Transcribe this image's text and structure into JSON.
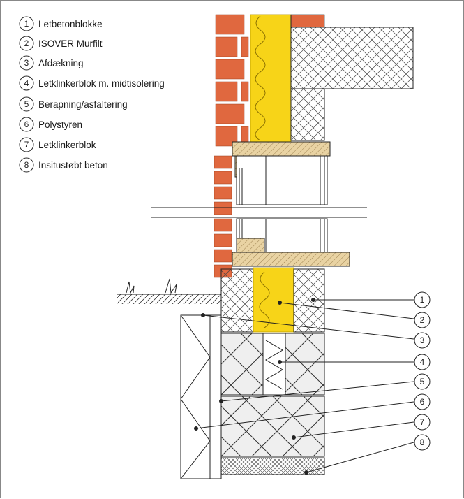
{
  "legend": [
    {
      "num": "1",
      "label": "Letbetonblokke"
    },
    {
      "num": "2",
      "label": "ISOVER Murfilt"
    },
    {
      "num": "3",
      "label": "Afdækning"
    },
    {
      "num": "4",
      "label": "Letklinkerblok m. midtisolering"
    },
    {
      "num": "5",
      "label": "Berapning/asfaltering"
    },
    {
      "num": "6",
      "label": "Polystyren"
    },
    {
      "num": "7",
      "label": "Letklinkerblok"
    },
    {
      "num": "8",
      "label": "Insitustøbt beton"
    }
  ],
  "callouts": [
    "1",
    "2",
    "3",
    "4",
    "5",
    "6",
    "7",
    "8"
  ],
  "colors": {
    "brick": "#e0683f",
    "mortar": "#ffffff",
    "insulation": "#f7d418",
    "insulation_edge": "#b89a00",
    "timber": "#e9d3a3",
    "hatch": "#333333",
    "line": "#222222"
  }
}
